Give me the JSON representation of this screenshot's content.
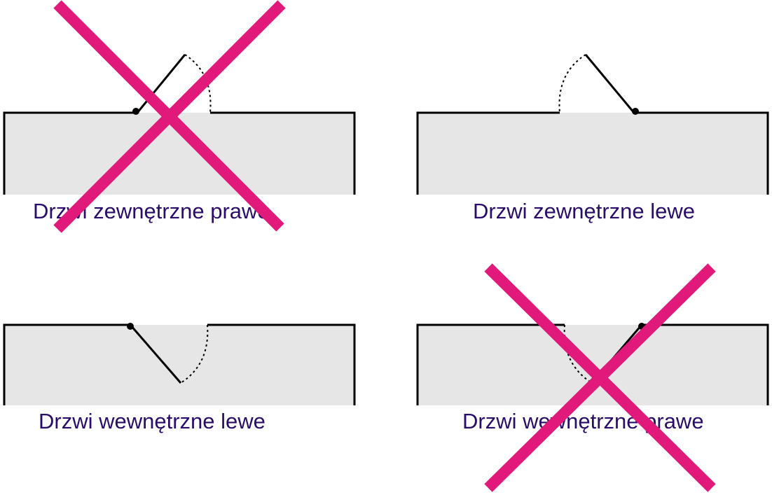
{
  "diagrams": [
    {
      "id": "ext-right",
      "caption": "Drzwi zewnętrzne prawe",
      "crossed_out": true
    },
    {
      "id": "ext-left",
      "caption": "Drzwi zewnętrzne lewe",
      "crossed_out": false
    },
    {
      "id": "int-left",
      "caption": "Drzwi wewnętrzne lewe",
      "crossed_out": false
    },
    {
      "id": "int-right",
      "caption": "Drzwi wewnętrzne prawe",
      "crossed_out": true
    }
  ],
  "colors": {
    "wall_fill": "#e6e6e6",
    "line": "#000000",
    "caption_text": "#2a0d6b",
    "cross_mark": "#e0197a"
  }
}
